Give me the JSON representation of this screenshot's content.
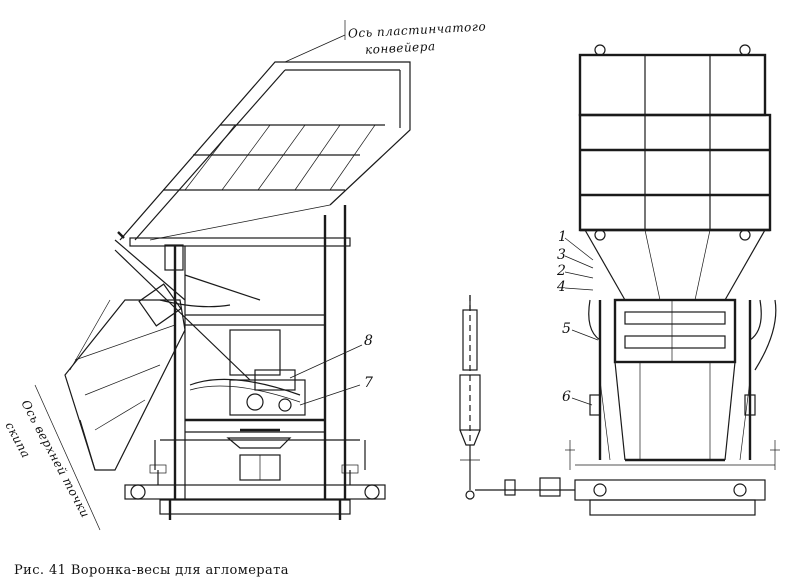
{
  "labels": {
    "conveyor_axis_line1": "Ось пластинчатого",
    "conveyor_axis_line2": "конвейера",
    "skip_axis_line1": "Ось верхней точки",
    "skip_axis_line2": "скипа",
    "callouts": [
      "1",
      "3",
      "2",
      "4",
      "5",
      "6",
      "7",
      "8"
    ]
  },
  "caption": "Рис. 41  Воронка-весы для агломерата"
}
